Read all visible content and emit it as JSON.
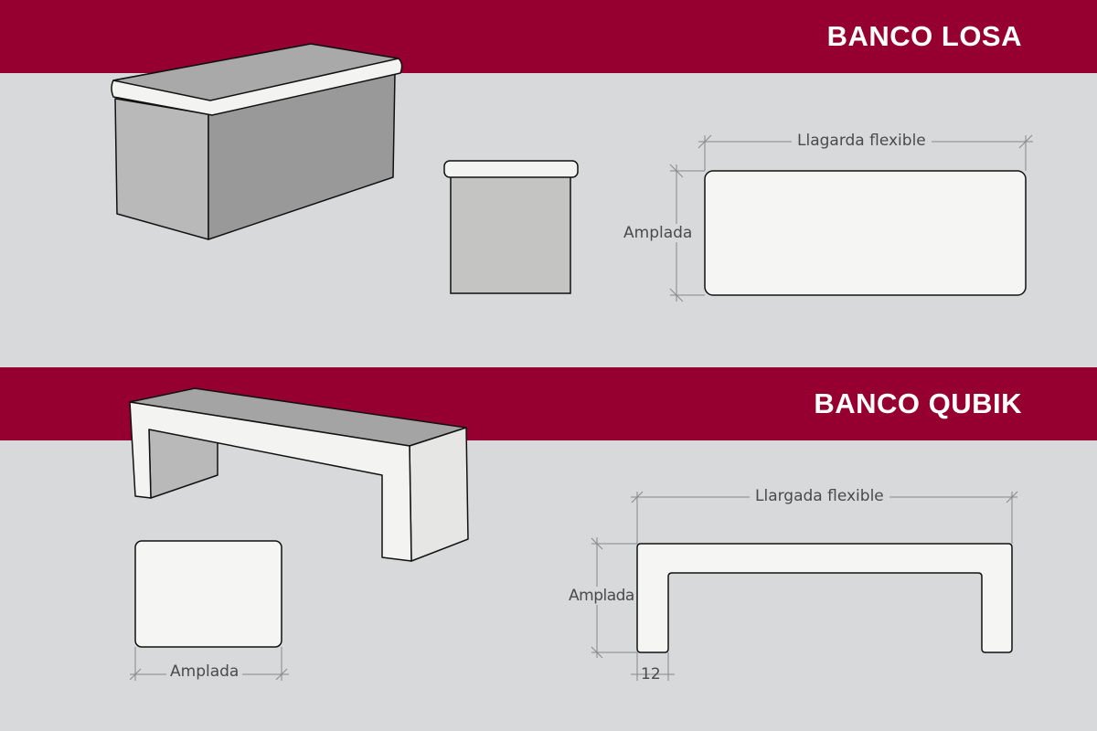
{
  "sections": [
    {
      "title": "BANCO LOSA",
      "length_label": "Llagarda flexible",
      "width_label": "Amplada"
    },
    {
      "title": "BANCO QUBIK",
      "length_label": "Llargada flexible",
      "width_label": "Amplada",
      "side_width_label": "Amplada",
      "leg_thickness": "12"
    }
  ],
  "colors": {
    "brand": "#960030",
    "background": "#d8d9db",
    "surface": "#f5f5f3"
  }
}
